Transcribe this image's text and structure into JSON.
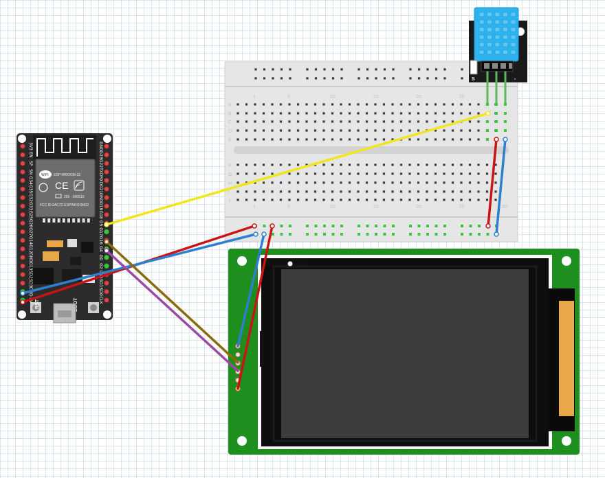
{
  "esp32": {
    "module_name": "ESP-WROOM-32",
    "fcc_id": "FCC ID:2AC7Z-ESPWROOM32",
    "cert_id": "205 - 000519",
    "rst_label": "RST",
    "boot_label": "BOOT",
    "left_pins": [
      "3V3",
      "EN",
      "SP",
      "SN",
      "G34",
      "G35",
      "G32",
      "G33",
      "G25",
      "G26",
      "G27",
      "G14",
      "G12",
      "GND",
      "G13",
      "SD2",
      "SD3",
      "CMD",
      "5V"
    ],
    "right_pins": [
      "GND",
      "G23",
      "G22",
      "TXD",
      "RXD",
      "G21",
      "GND",
      "G19",
      "G18",
      "G5",
      "G17",
      "G16",
      "G4",
      "G0",
      "G2",
      "G15",
      "SD1",
      "SD0",
      "CLK"
    ]
  },
  "breadboard": {
    "column_numbers": [
      "1",
      "5",
      "10",
      "15",
      "20",
      "25",
      "30"
    ],
    "row_letters_top": [
      "A",
      "B",
      "C",
      "D",
      "E"
    ],
    "row_letters_bottom": [
      "F",
      "G",
      "H",
      "I",
      "J"
    ]
  },
  "dht_sensor": {
    "pin_label": "S",
    "minus_label": "-"
  },
  "colors": {
    "pcb_green": "#1e8f1e",
    "esp_board": "#2b2b2b",
    "wire_yellow": "#f0e61e",
    "wire_red": "#c81414",
    "wire_blue": "#2f7fd0",
    "wire_olive": "#8a6a0a",
    "wire_purple": "#9a4aa0",
    "sensor_blue": "#2fb3ee"
  }
}
